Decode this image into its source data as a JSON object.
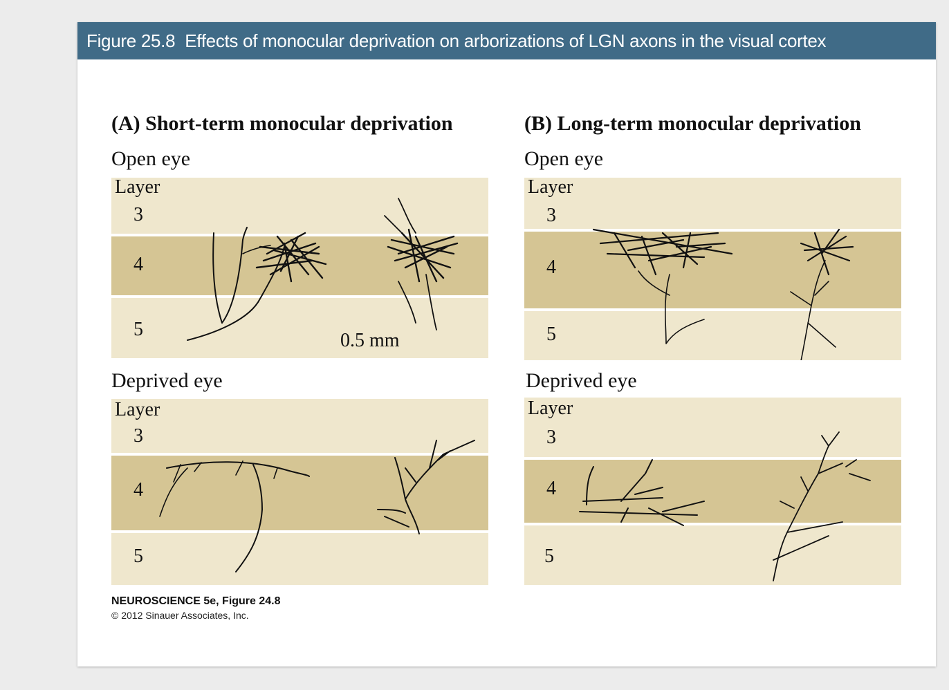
{
  "header": {
    "fig_num": "Figure 25.8",
    "title": "Effects of monocular deprivation on arborizations of LGN axons in the visual cortex"
  },
  "panels": {
    "a": {
      "title": "(A)  Short-term monocular deprivation",
      "open": "Open eye",
      "deprived": "Deprived eye"
    },
    "b": {
      "title": "(B)  Long-term monocular deprivation",
      "open": "Open eye",
      "deprived": "Deprived eye"
    }
  },
  "layers": {
    "label": "Layer",
    "l3": "3",
    "l4": "4",
    "l5": "5"
  },
  "scale_bar": "0.5 mm",
  "credit": {
    "line1": "NEUROSCIENCE 5e, Figure 24.8",
    "line2": "© 2012 Sinauer Associates, Inc."
  },
  "colors": {
    "header_bg": "#406b87",
    "layer_light": "#efe7cd",
    "layer_dark": "#d5c594",
    "ink": "#111111"
  }
}
